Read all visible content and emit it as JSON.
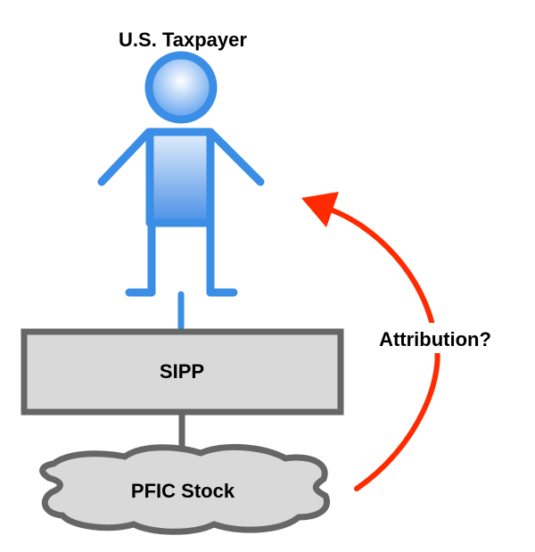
{
  "title": "U.S. Taxpayer",
  "wrapper_label": "SIPP",
  "asset_label": "PFIC Stock",
  "arrow_label": "Attribution?",
  "colors": {
    "person": "#3a8ee6",
    "box_fill": "#d9d9d9",
    "box_stroke": "#666666",
    "arrow": "#ff2a00"
  }
}
